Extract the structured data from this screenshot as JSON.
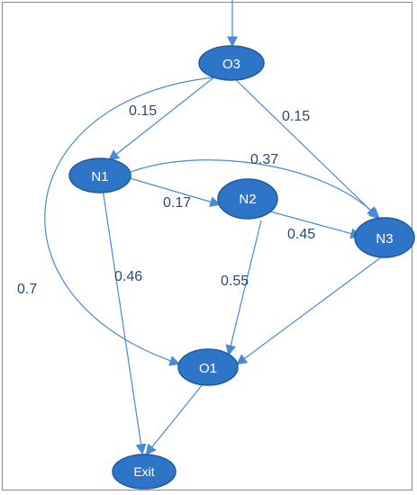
{
  "diagram": {
    "colors": {
      "node_fill": "#2e75c8",
      "node_stroke": "#1f5aa0",
      "edge": "#4a8ad4",
      "edge_label": "#2a4a72",
      "node_text": "#ffffff"
    },
    "nodes": {
      "o3": "O3",
      "n1": "N1",
      "n2": "N2",
      "n3": "N3",
      "o1": "O1",
      "exit": "Exit"
    },
    "edge_labels": {
      "o3_n1": "0.15",
      "o3_n3": "0.15",
      "n1_n3": "0.37",
      "n1_n2": "0.17",
      "n2_n3": "0.45",
      "o3_o1": "0.7",
      "n1_exit": "0.46",
      "n2_o1": "0.55"
    }
  }
}
